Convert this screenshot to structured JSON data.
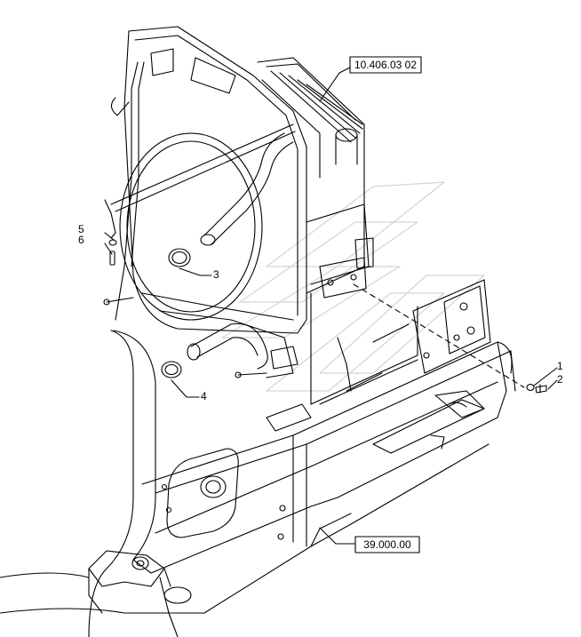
{
  "references": {
    "radiator_assembly": "10.406.03 02",
    "frame_assembly": "39.000.00"
  },
  "callouts": {
    "c1": "1",
    "c2": "2",
    "c3": "3",
    "c4": "4",
    "c5": "5",
    "c6": "6"
  },
  "colors": {
    "line": "#000000",
    "watermark": "#d8d8d8",
    "background": "#ffffff"
  }
}
